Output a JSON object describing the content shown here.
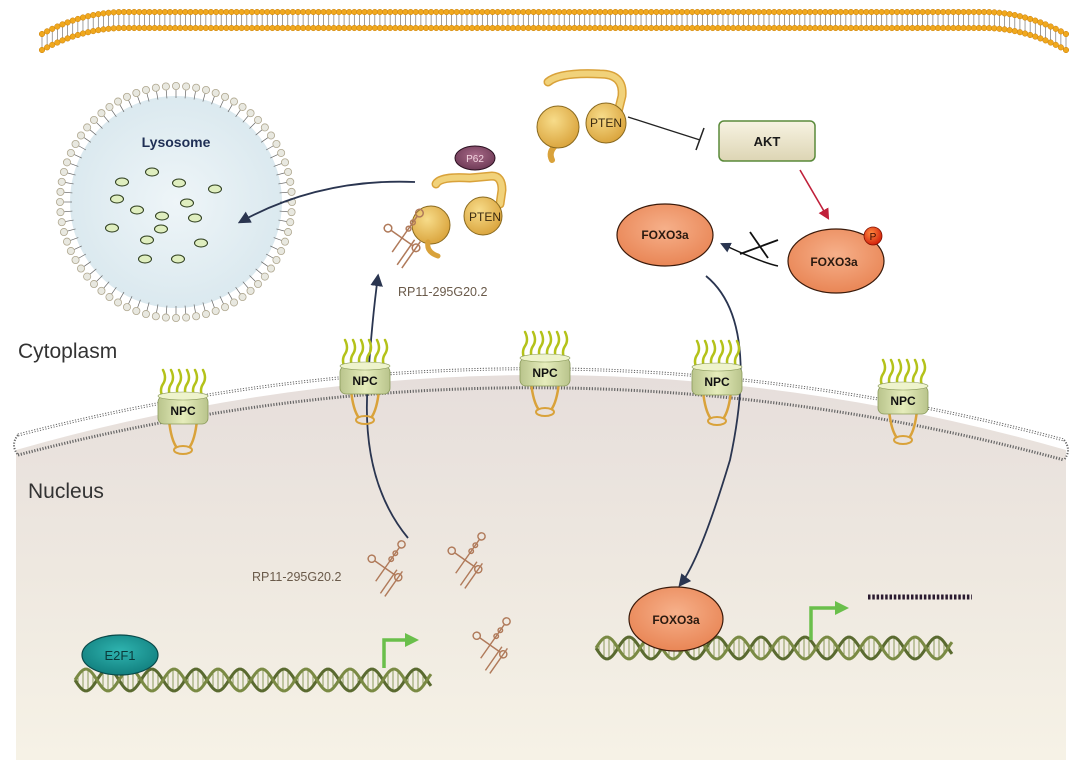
{
  "diagram": {
    "title": "RP11-295G20.2 / PTEN / AKT / FOXO3a signaling",
    "regions": {
      "cytoplasm": "Cytoplasm",
      "nucleus": "Nucleus"
    },
    "organelles": {
      "lysosome": "Lysosome"
    },
    "nuclear_pores": [
      "NPC",
      "NPC",
      "NPC",
      "NPC",
      "NPC"
    ],
    "proteins": {
      "pten_free": "PTEN",
      "pten_bound": "PTEN",
      "p62": "P62",
      "akt": "AKT",
      "foxo3a_cytoplasm": "FOXO3a",
      "foxo3a_phospho": "FOXO3a",
      "phospho_mark": "P",
      "foxo3a_nuclear": "FOXO3a",
      "e2f1": "E2F1"
    },
    "rna": {
      "lncrna_cytoplasm": "RP11-295G20.2",
      "lncrna_nucleus": "RP11-295G20.2"
    },
    "interactions": [
      {
        "from": "PTEN",
        "to": "AKT",
        "type": "inhibition"
      },
      {
        "from": "AKT",
        "to": "FOXO3a (P)",
        "type": "phosphorylation"
      },
      {
        "from": "FOXO3a (P)",
        "to": "FOXO3a",
        "type": "blocked"
      },
      {
        "from": "FOXO3a",
        "to": "nucleus",
        "type": "translocation"
      },
      {
        "from": "RP11-295G20.2 (nucleus)",
        "to": "cytoplasm",
        "type": "export"
      },
      {
        "from": "P62-PTEN-RP11-295G20.2",
        "to": "Lysosome",
        "type": "degradation"
      }
    ],
    "colors": {
      "membrane_head": "#f0a81e",
      "pten": "#e8b84a",
      "akt_fill": "#ece6c8",
      "akt_border": "#5a8a3a",
      "foxo3a": "#f09a6a",
      "phospho": "#e03010",
      "p62": "#8a5070",
      "e2f1": "#1a9a9a",
      "dna": "#5a6a30",
      "tss_arrow": "#6abf4b",
      "arrow_dark": "#2a3550",
      "arrow_red": "#c0203a",
      "nucleus_bg": "#ede6e0",
      "lysosome_bg": "#e4eff4"
    }
  }
}
